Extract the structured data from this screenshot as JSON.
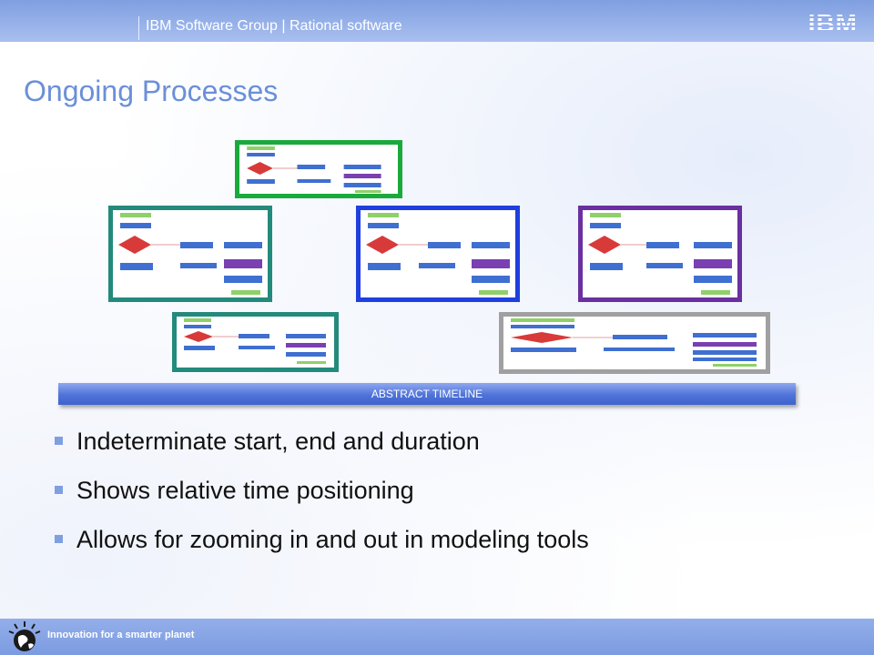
{
  "header": {
    "text": "IBM Software Group | Rational software",
    "logo": "IBM"
  },
  "slide": {
    "title": "Ongoing Processes"
  },
  "timeline": {
    "label": "ABSTRACT TIMELINE"
  },
  "bullets": [
    "Indeterminate start, end and duration",
    "Shows relative time positioning",
    "Allows for zooming in and out in modeling tools"
  ],
  "footer": {
    "text": "Innovation for a smarter planet"
  },
  "colors": {
    "header": "#7f9fe0",
    "title": "#6b8fd9",
    "frame_green": "#1aaa3c",
    "frame_teal": "#238a7c",
    "frame_blue": "#1f3fe0",
    "frame_purple": "#6a2fa0",
    "frame_gray": "#a0a0a0"
  }
}
